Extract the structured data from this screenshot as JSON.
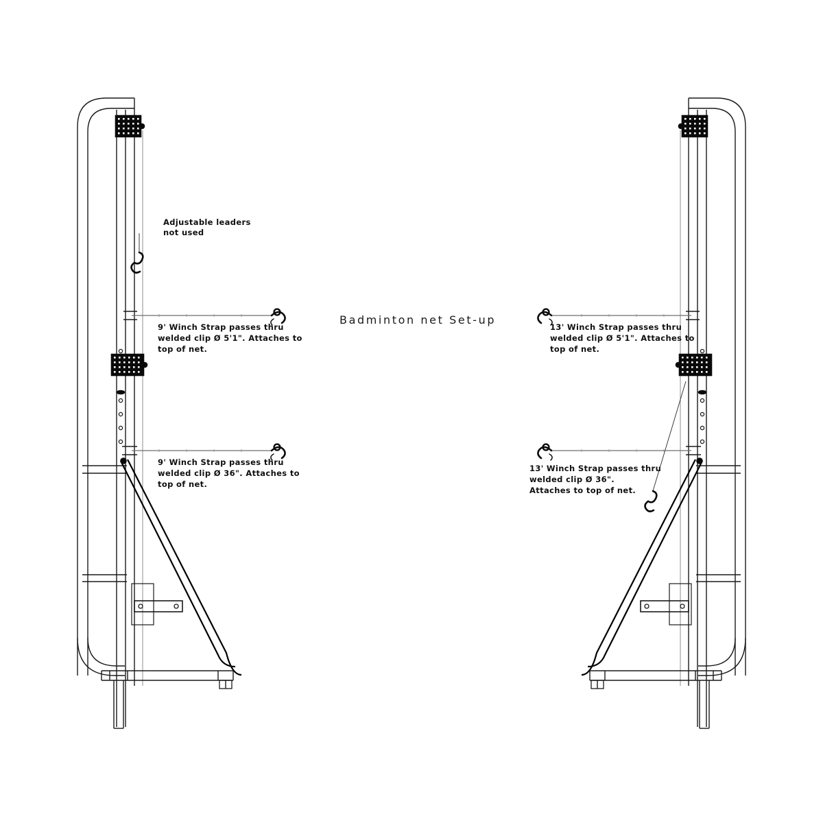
{
  "sheet": {
    "title": "Badminton net Set-up",
    "background_color": "#ffffff",
    "line_color": "#1a1a1a",
    "accent_color": "#8c8c8c"
  },
  "annotations": {
    "adjustable_leaders": {
      "line1": "Adjustable leaders",
      "line2": "not used"
    },
    "left_upper_strap": {
      "line1": "9' Winch Strap passes thru",
      "line2": "welded clip Ø 5'1\". Attaches to",
      "line3": "top of net."
    },
    "left_lower_strap": {
      "line1": "9' Winch Strap passes thru",
      "line2": "welded clip Ø 36\". Attaches to",
      "line3": "top of net."
    },
    "right_upper_strap": {
      "line1": "13' Winch Strap passes thru",
      "line2": "welded clip Ø 5'1\". Attaches to",
      "line3": "top of net."
    },
    "right_lower_strap": {
      "line1": "13' Winch Strap passes thru",
      "line2": "welded clip Ø 36\".",
      "line3": "Attaches to top of net."
    }
  },
  "assemblies": {
    "left": {
      "name": "left-standard-assembly",
      "upper_clamp": "upper-clamp-block",
      "lower_clamp": "lower-clamp-block",
      "hole_count": 7,
      "strap_upper_label": "9' strap at 5'1\"",
      "strap_lower_label": "9' strap at 36\"",
      "leader_hook": "s-hook"
    },
    "right": {
      "name": "right-standard-assembly",
      "upper_clamp": "upper-clamp-block",
      "lower_clamp": "lower-clamp-block",
      "hole_count": 7,
      "strap_upper_label": "13' strap at 5'1\"",
      "strap_lower_label": "13' strap at 36\"",
      "leader_hook": "s-hook"
    }
  }
}
